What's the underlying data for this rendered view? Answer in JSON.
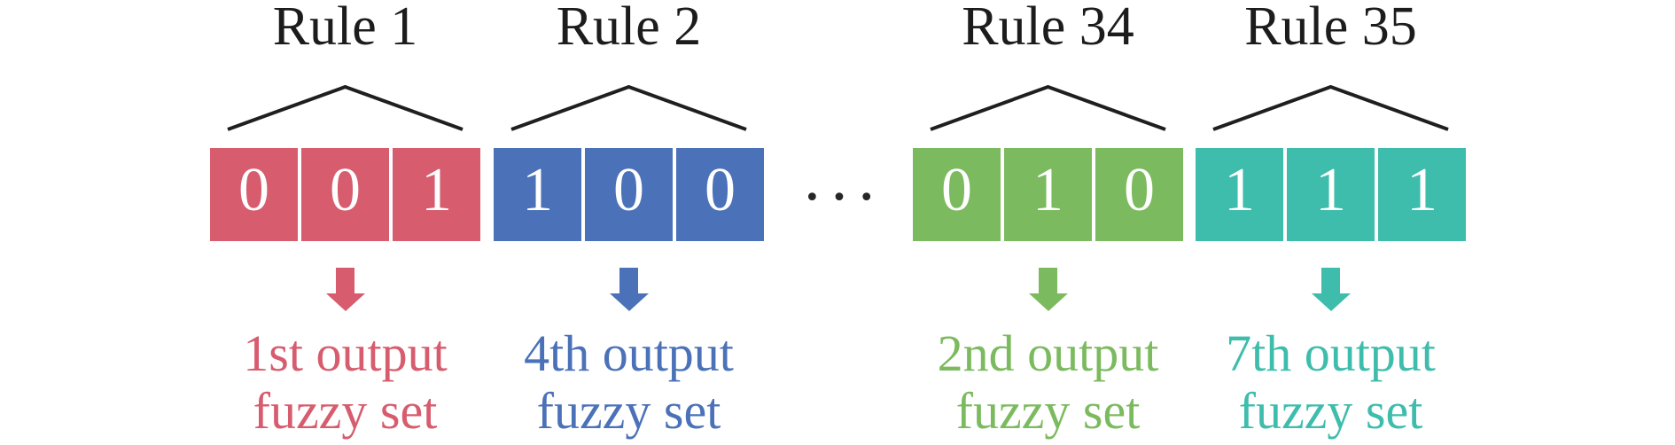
{
  "diagram": {
    "description_colors": {
      "rule1": "#d65c6e",
      "rule2": "#4b72b8",
      "rule34": "#7cba5f",
      "rule35": "#3ebcac",
      "text_black": "#1c1c1c",
      "bracket_stroke": "#1f1f1f",
      "digit_white": "#ffffff"
    },
    "rules": [
      {
        "label": "Rule 1",
        "bits": [
          "0",
          "0",
          "1"
        ],
        "color": "#d65c6e",
        "output_line1": "1st output",
        "output_line2": "fuzzy set"
      },
      {
        "label": "Rule 2",
        "bits": [
          "1",
          "0",
          "0"
        ],
        "color": "#4b72b8",
        "output_line1": "4th output",
        "output_line2": "fuzzy set"
      },
      {
        "label": "Rule 34",
        "bits": [
          "0",
          "1",
          "0"
        ],
        "color": "#7cba5f",
        "output_line1": "2nd output",
        "output_line2": "fuzzy set"
      },
      {
        "label": "Rule 35",
        "bits": [
          "1",
          "1",
          "1"
        ],
        "color": "#3ebcac",
        "output_line1": "7th output",
        "output_line2": "fuzzy set"
      }
    ],
    "ellipsis": "•••"
  }
}
